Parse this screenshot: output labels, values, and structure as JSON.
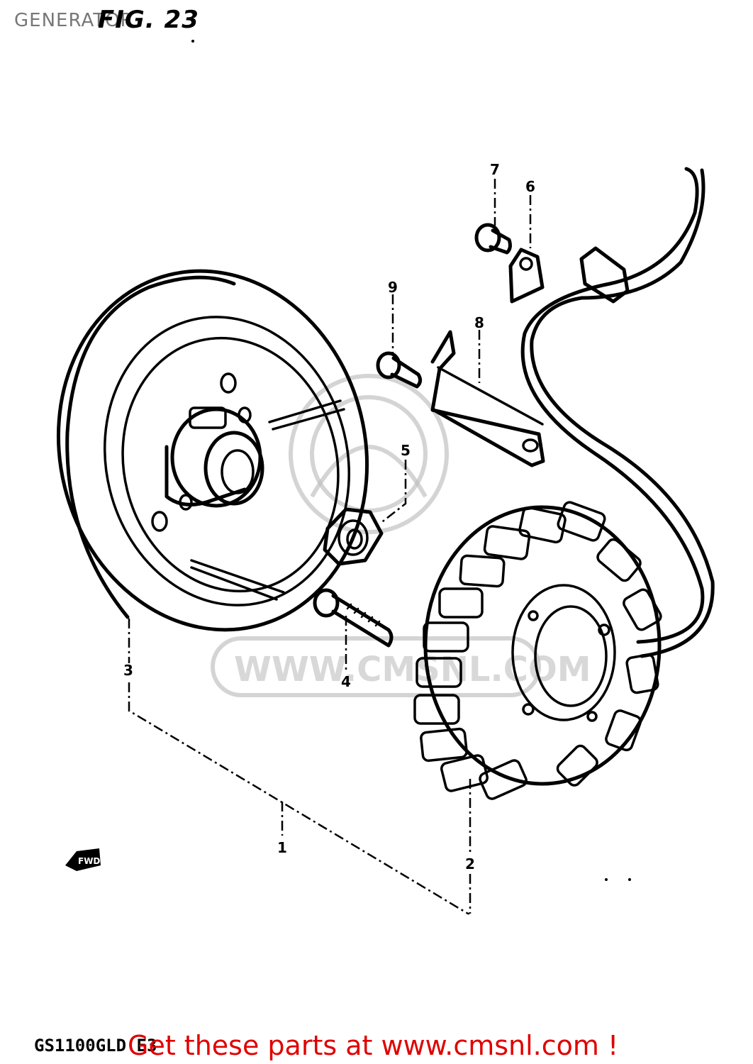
{
  "header": {
    "title": "GENERATOR",
    "figure_label": "FIG. 23"
  },
  "diagram": {
    "callouts": [
      "1",
      "2",
      "3",
      "4",
      "5",
      "6",
      "7",
      "8",
      "9"
    ],
    "direction_tag": "FWD",
    "watermark": "WWW.CMSNL.COM"
  },
  "footer": {
    "model_code": "GS1100GLD E3",
    "cta": "Get these parts at www.cmsnl.com !"
  },
  "colors": {
    "line": "#000000",
    "cta": "#e00000",
    "header": "#777777",
    "watermark": "#c8c8c8"
  }
}
